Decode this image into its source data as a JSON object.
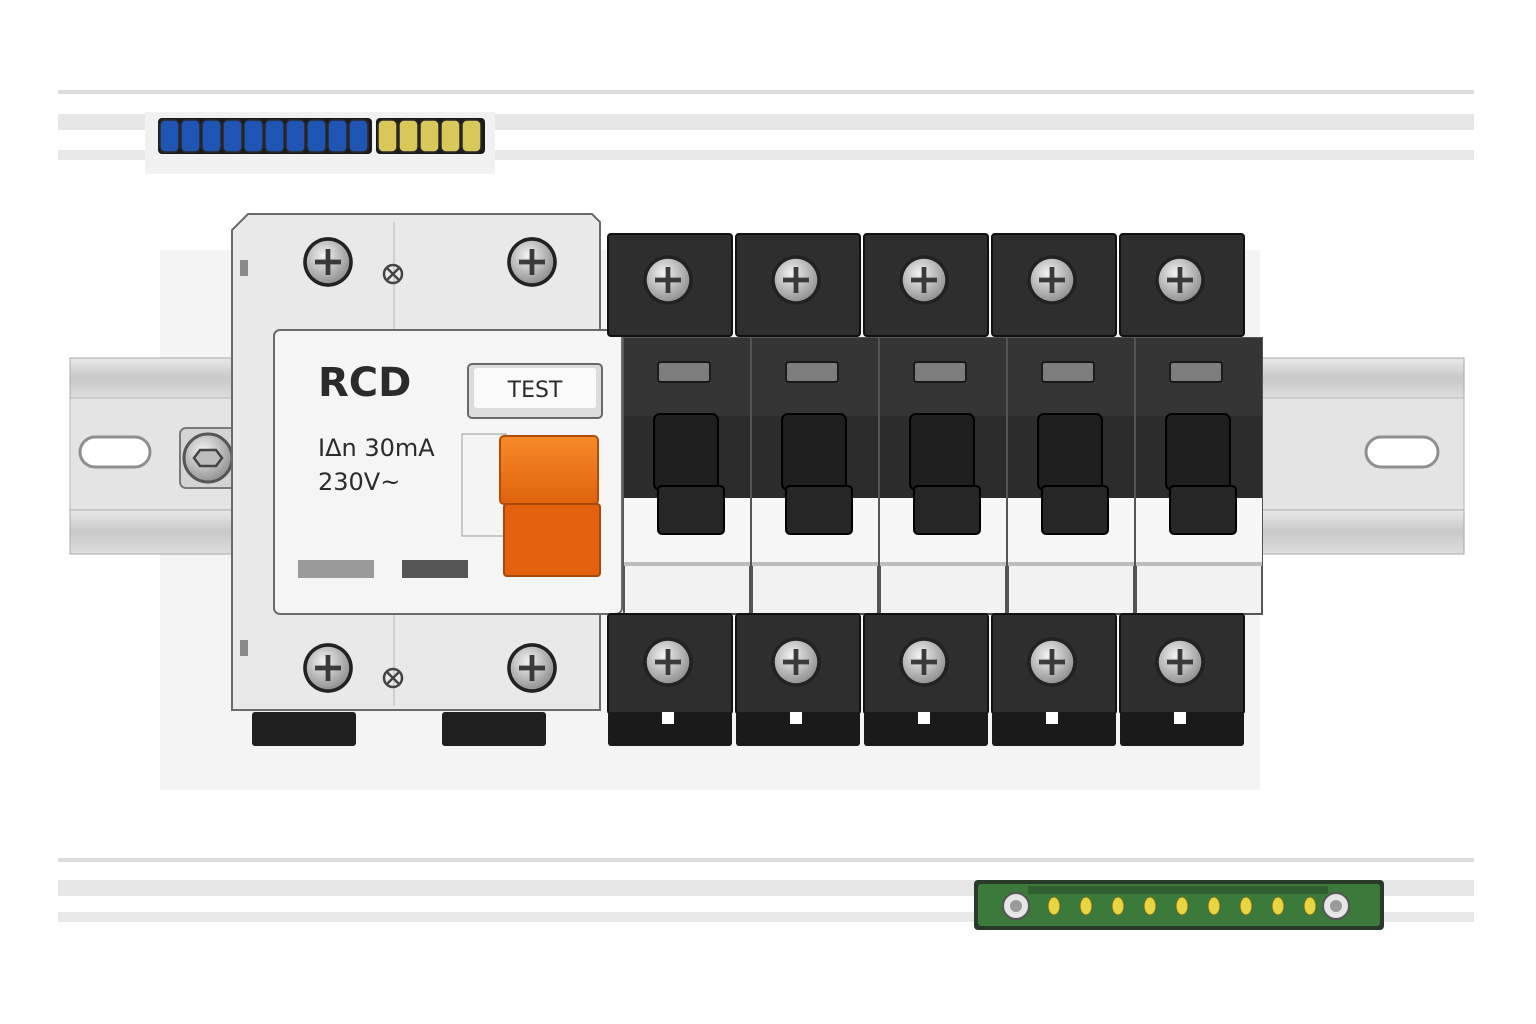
{
  "rcd": {
    "title": "RCD",
    "test_label": "TEST",
    "rating_current": "IΔn 30mA",
    "rating_voltage": "230V~"
  },
  "mcb_count": 5,
  "colors": {
    "rcd_body": "#ededed",
    "rcd_handle": "#f07a1a",
    "mcb_body": "#2e2e2e",
    "mcb_front": "#f2f2f2",
    "din_rail": "#c9c9c9",
    "neutral_bar": "#1f55b5",
    "earth_bar": "#d8c85a",
    "terminal_pcb": "#3c7a3c",
    "terminal_pin": "#e8d440"
  },
  "icons": {
    "terminal_screw": "phillips-screw-icon",
    "mounting_bolt": "hex-bolt-icon"
  }
}
